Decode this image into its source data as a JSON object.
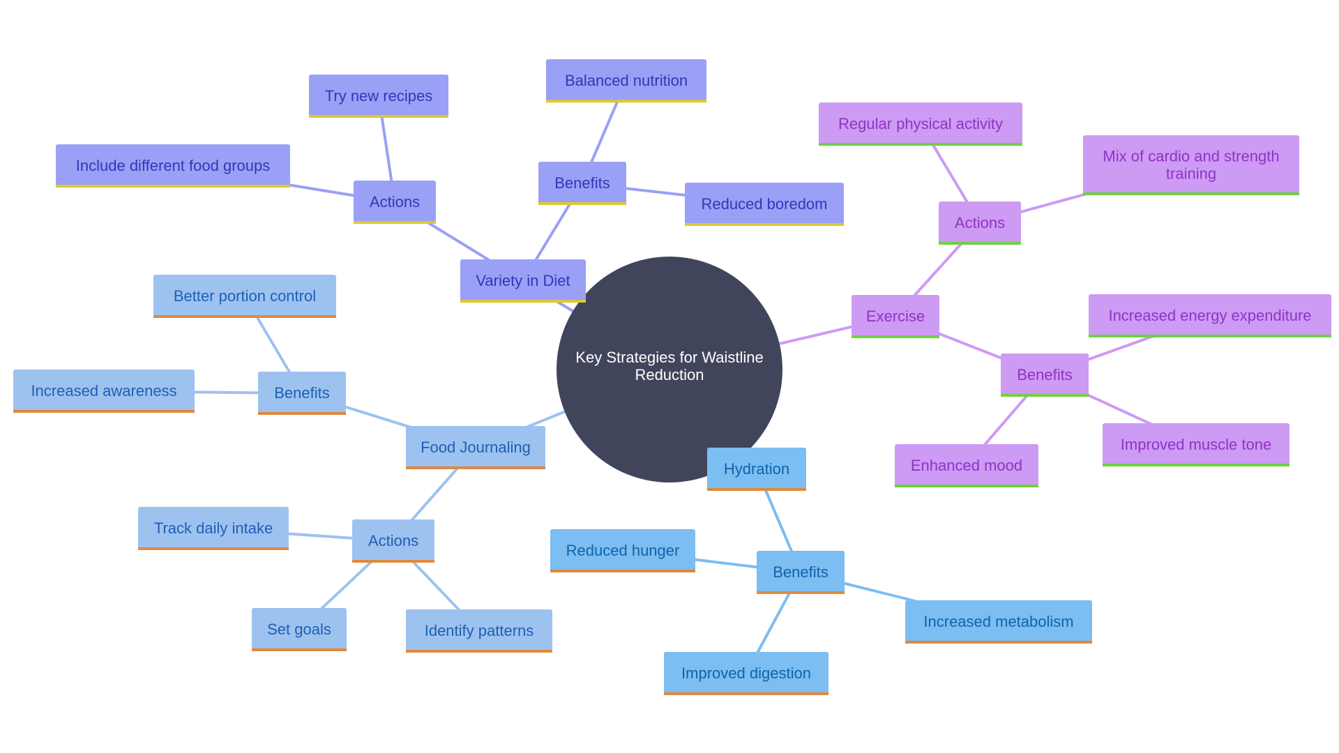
{
  "center": {
    "label": [
      "Key Strategies for Waistline",
      "Reduction"
    ]
  },
  "colors": {
    "center_fill": "#41455c",
    "center_text": "#ffffff",
    "diet": {
      "fill": "#9aa0f5",
      "text": "#2f38b8",
      "border": "#dcc92e",
      "edge": "#9aa0f5"
    },
    "exercise": {
      "fill": "#cd9af4",
      "text": "#8f33c4",
      "border": "#6ed13e",
      "edge": "#cd9af4"
    },
    "journal": {
      "fill": "#9dc2f0",
      "text": "#1e5fb3",
      "border": "#e0893a",
      "edge": "#9dc2f0"
    },
    "hydration": {
      "fill": "#7cbdf2",
      "text": "#0f64a8",
      "border": "#e0893a",
      "edge": "#7cbdf2"
    }
  },
  "branches": [
    {
      "id": "diet",
      "label": "Variety in Diet",
      "children": [
        {
          "id": "diet-actions",
          "label": "Actions",
          "children": [
            {
              "id": "diet-a1",
              "label": "Try new recipes"
            },
            {
              "id": "diet-a2",
              "label": "Include different food groups"
            }
          ]
        },
        {
          "id": "diet-benefits",
          "label": "Benefits",
          "children": [
            {
              "id": "diet-b1",
              "label": "Balanced nutrition"
            },
            {
              "id": "diet-b2",
              "label": "Reduced boredom"
            }
          ]
        }
      ]
    },
    {
      "id": "exercise",
      "label": "Exercise",
      "children": [
        {
          "id": "ex-actions",
          "label": "Actions",
          "children": [
            {
              "id": "ex-a1",
              "label": "Regular physical activity"
            },
            {
              "id": "ex-a2",
              "label": [
                "Mix of cardio and strength",
                "training"
              ]
            }
          ]
        },
        {
          "id": "ex-benefits",
          "label": "Benefits",
          "children": [
            {
              "id": "ex-b1",
              "label": "Increased energy expenditure"
            },
            {
              "id": "ex-b2",
              "label": "Improved muscle tone"
            },
            {
              "id": "ex-b3",
              "label": "Enhanced mood"
            }
          ]
        }
      ]
    },
    {
      "id": "journal",
      "label": "Food Journaling",
      "children": [
        {
          "id": "fj-benefits",
          "label": "Benefits",
          "children": [
            {
              "id": "fj-b1",
              "label": "Better portion control"
            },
            {
              "id": "fj-b2",
              "label": "Increased awareness"
            }
          ]
        },
        {
          "id": "fj-actions",
          "label": "Actions",
          "children": [
            {
              "id": "fj-a1",
              "label": "Track daily intake"
            },
            {
              "id": "fj-a2",
              "label": "Set goals"
            },
            {
              "id": "fj-a3",
              "label": "Identify patterns"
            }
          ]
        }
      ]
    },
    {
      "id": "hydration",
      "label": "Hydration",
      "children": [
        {
          "id": "hy-benefits",
          "label": "Benefits",
          "children": [
            {
              "id": "hy-b1",
              "label": "Reduced hunger"
            },
            {
              "id": "hy-b2",
              "label": "Increased metabolism"
            },
            {
              "id": "hy-b3",
              "label": "Improved digestion"
            }
          ]
        }
      ]
    }
  ]
}
